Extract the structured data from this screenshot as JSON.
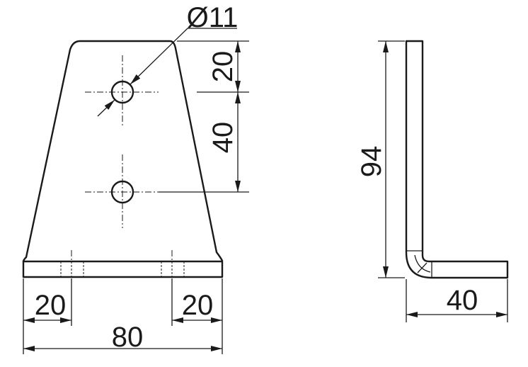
{
  "drawing": {
    "dimensions": {
      "hole_diameter": "Ø11",
      "top_to_hole": "20",
      "hole_spacing": "40",
      "left_offset": "20",
      "right_offset": "20",
      "base_width": "80",
      "height": "94",
      "flange_length": "40"
    },
    "stroke_color": "#1a1a1a",
    "background_color": "#ffffff"
  }
}
